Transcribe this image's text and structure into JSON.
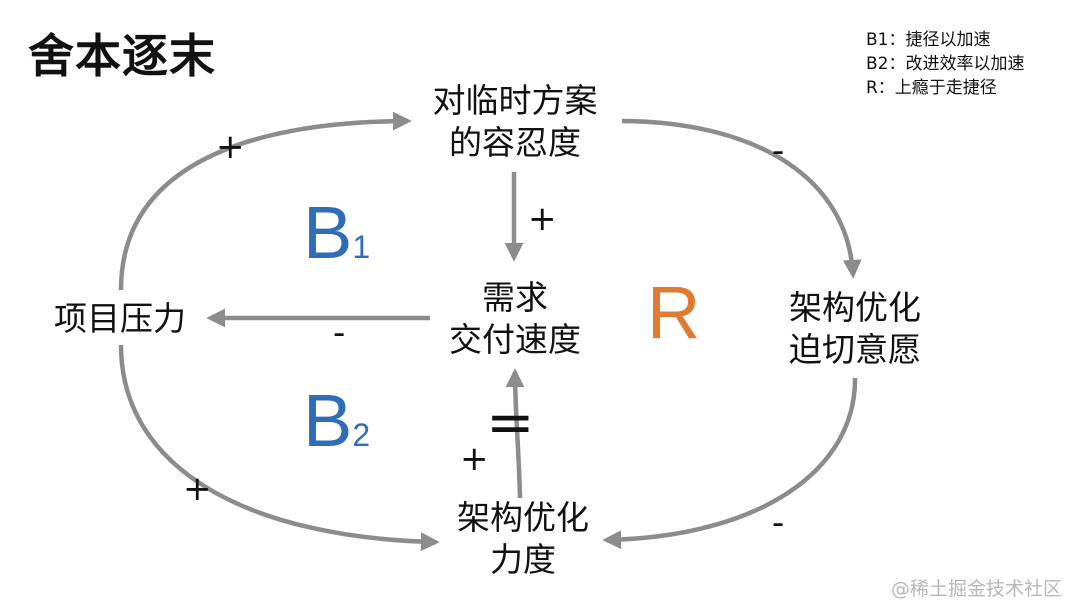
{
  "title": "舍本逐末",
  "legend": [
    "B1：捷径以加速",
    "B2：改进效率以加速",
    "R：上瘾于走捷径"
  ],
  "nodes": {
    "top": [
      "对临时方案",
      "的容忍度"
    ],
    "center": [
      "需求",
      "交付速度"
    ],
    "left": [
      "项目压力"
    ],
    "right": [
      "架构优化",
      "迫切意愿"
    ],
    "bottom": [
      "架构优化",
      "力度"
    ]
  },
  "loops": {
    "b1": {
      "letter": "B",
      "sub": "1"
    },
    "b2": {
      "letter": "B",
      "sub": "2"
    },
    "r": {
      "letter": "R"
    }
  },
  "signs": {
    "left_to_top": "+",
    "top_to_center": "+",
    "center_to_left": "-",
    "top_to_right": "-",
    "right_to_bottom": "-",
    "left_to_bottom": "+",
    "bottom_to_center": "+",
    "delay_mark": "="
  },
  "colors": {
    "arrow": "#8c8c8c",
    "loop_b": "#2f6eb6",
    "loop_r": "#e07b33"
  },
  "watermark": "@稀土掘金技术社区"
}
